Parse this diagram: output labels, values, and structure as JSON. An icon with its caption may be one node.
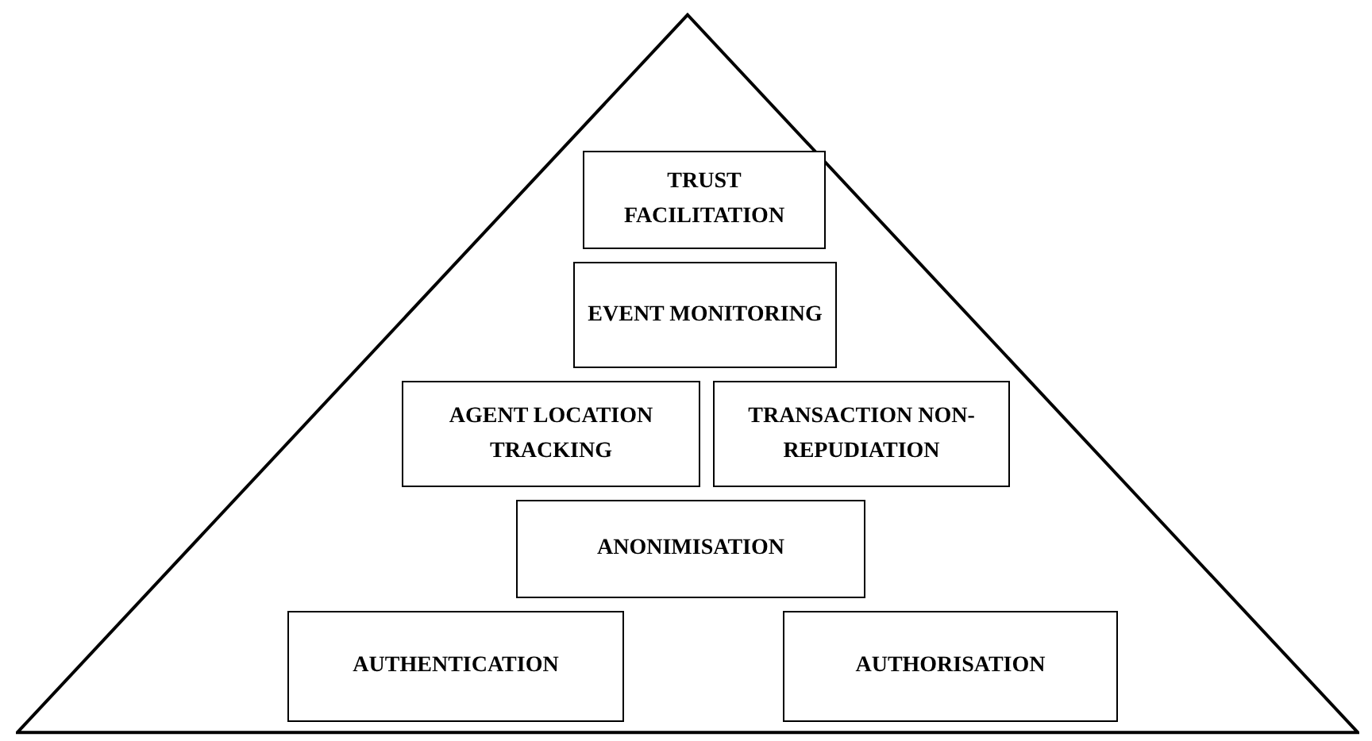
{
  "diagram": {
    "nodes": [
      {
        "text": [],
        "shape": "triangle"
      },
      {
        "text": [
          "TRUST FACILITATION"
        ],
        "in": 0
      },
      {
        "text": [
          "EVENT MONITORING"
        ],
        "in": 0
      },
      {
        "text": [
          "AGENT LOCATION TRACKING"
        ],
        "in": 0
      },
      {
        "text": [
          "TRANSACTION NON-REPUDIATION"
        ],
        "in": 0
      },
      {
        "text": [
          "ANONIMISATION"
        ],
        "in": 0
      },
      {
        "text": [
          "AUTHENTICATION"
        ],
        "in": 0
      },
      {
        "text": [
          "AUTHORISATION"
        ],
        "in": 0
      }
    ]
  }
}
